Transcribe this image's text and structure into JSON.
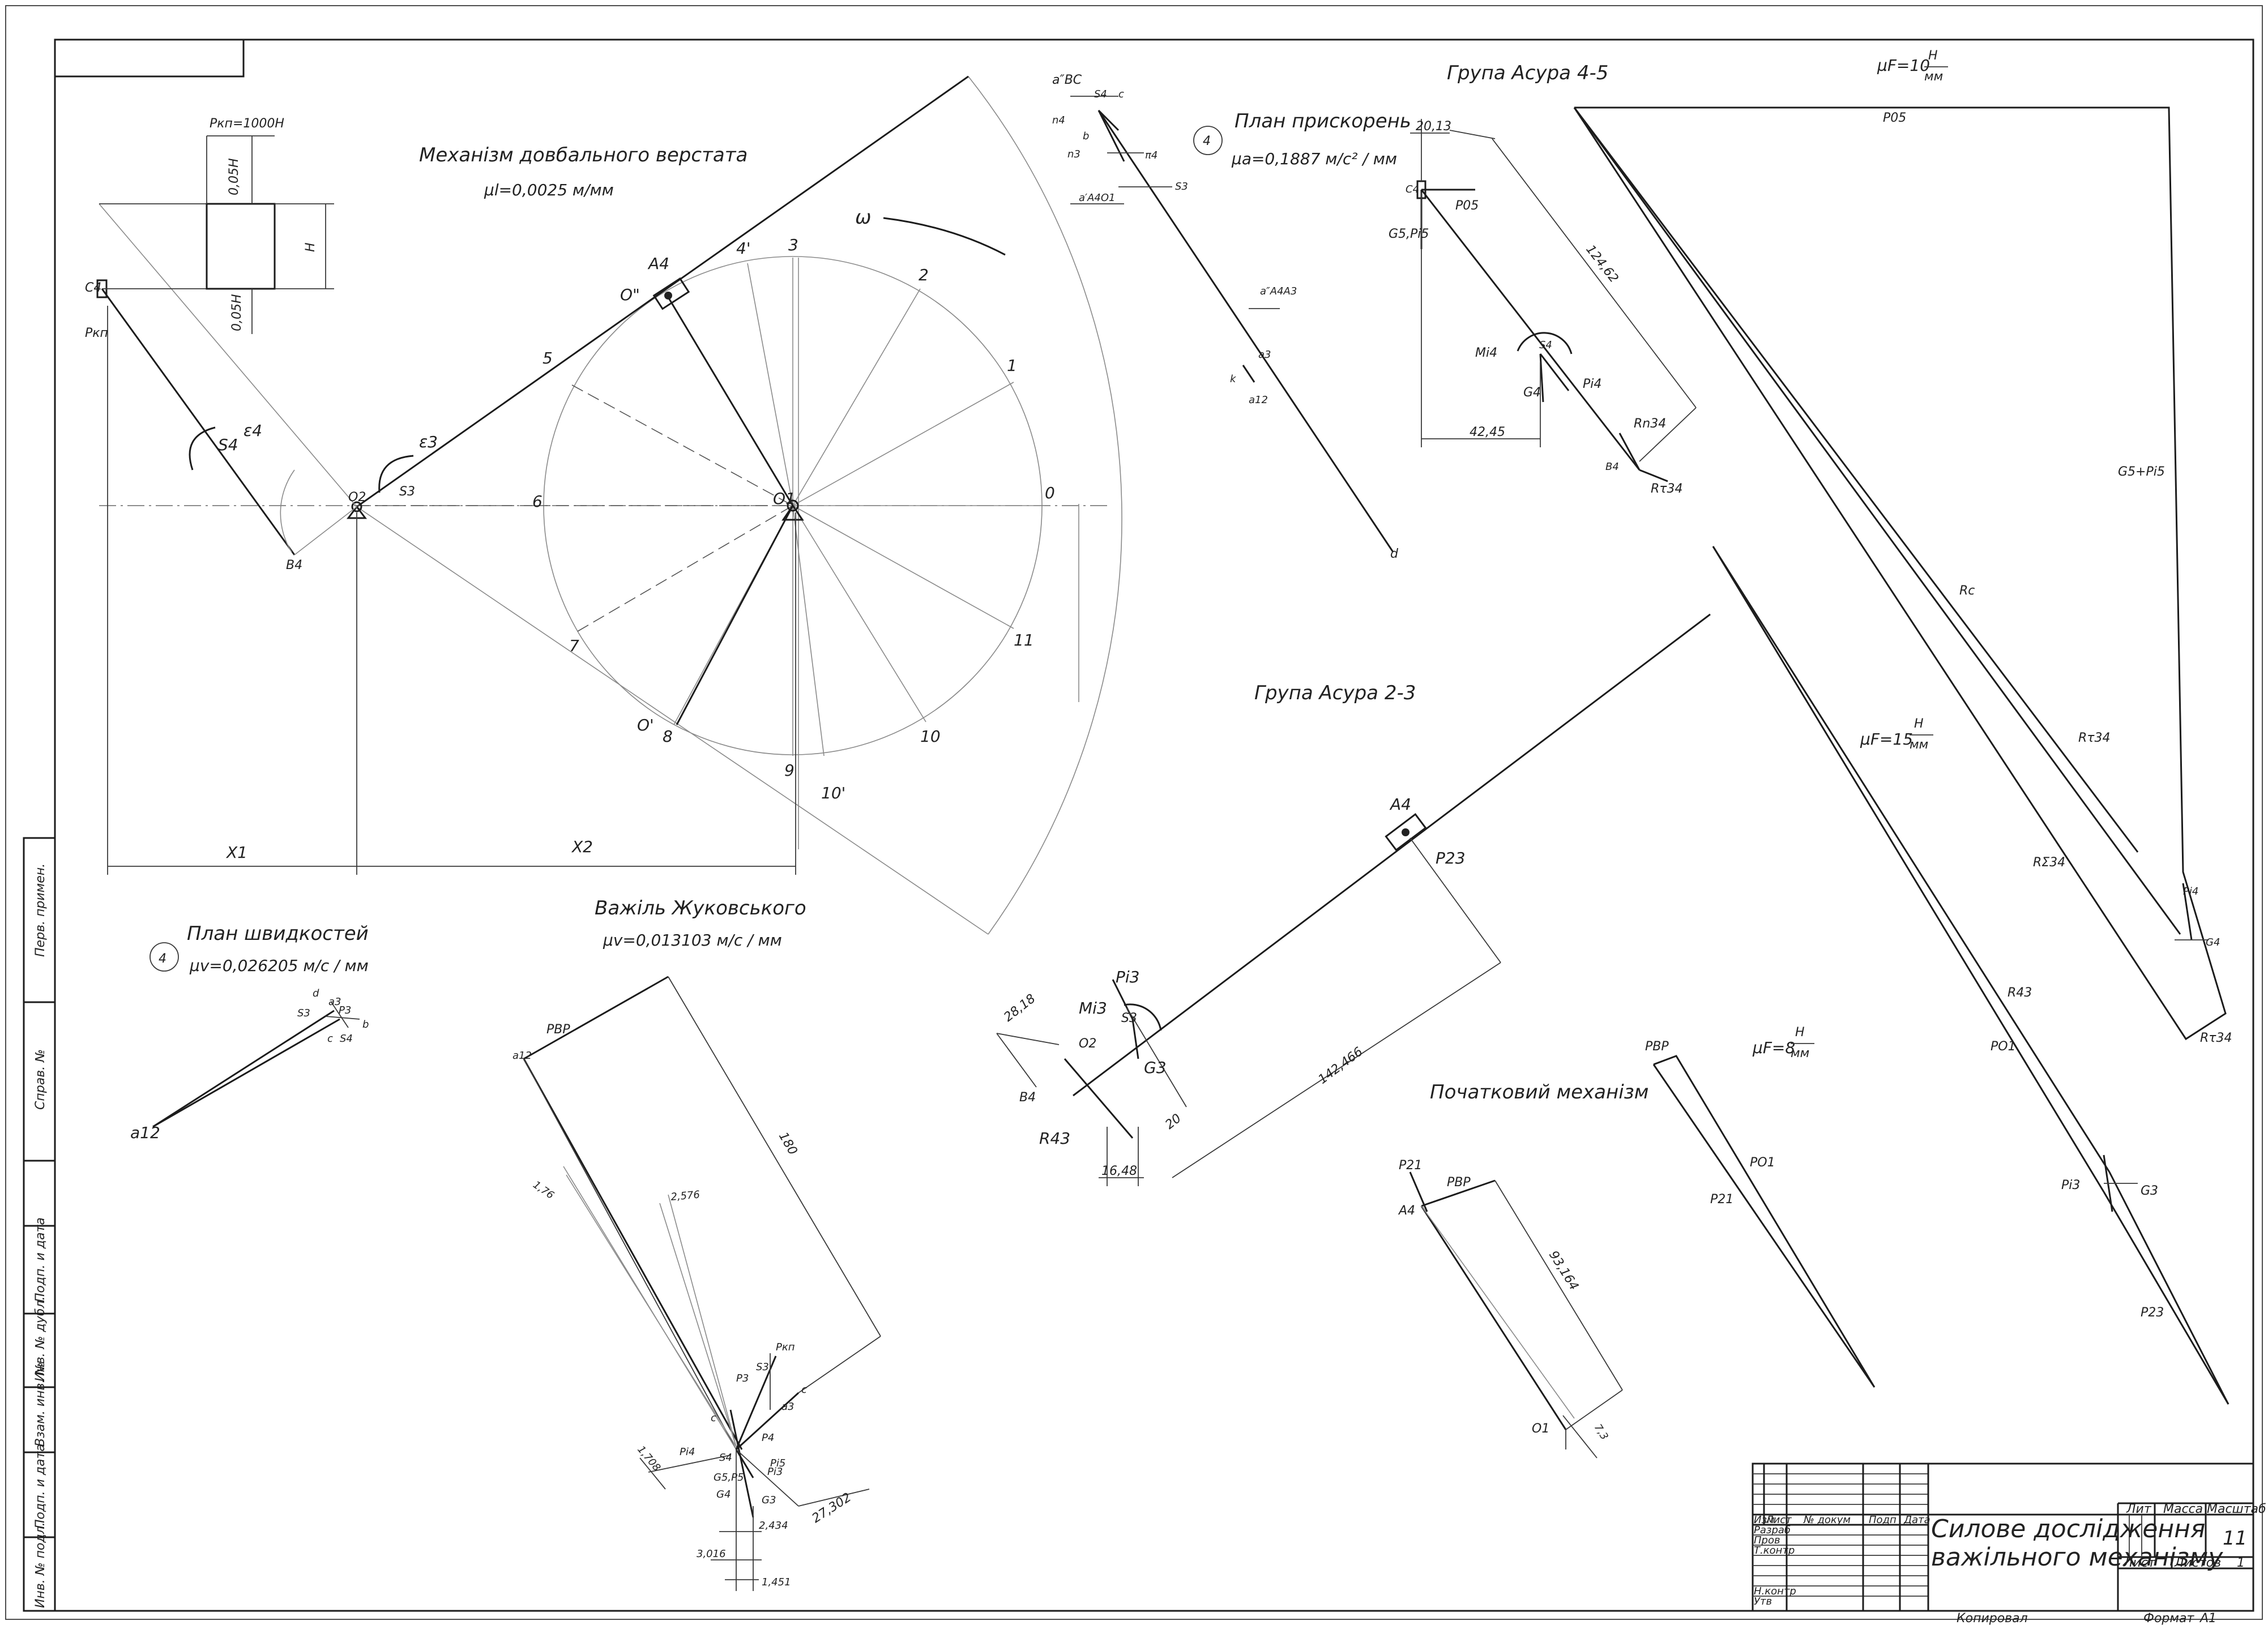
{
  "mechanism": {
    "title": "Механізм довбального верстата",
    "scale": "μl=0,0025 м/мм",
    "force_label": "Pкп=1000Н",
    "omega": "ω",
    "epsilon3": "ε3",
    "epsilon4": "ε4",
    "x1": "X1",
    "x2": "X2",
    "h_label": "H",
    "h_low": "0,05H",
    "h_high": "0,05H",
    "label_o2": "O2",
    "label_o1": "O1",
    "label_c4": "C4",
    "label_b4": "B4",
    "label_a4": "A4",
    "label_s3": "S3",
    "label_s4": "S4",
    "label_pkp": "Pкп",
    "label_o_top": "O\"",
    "label_o_bot": "O'",
    "positions": [
      "0",
      "1",
      "2",
      "3",
      "4'",
      "5",
      "6",
      "7",
      "8",
      "9",
      "10",
      "11",
      "10'"
    ]
  },
  "velocity_plan": {
    "title": "План швидкостей",
    "number": "4",
    "scale": "μv=0,026205 м/с / мм",
    "labels": [
      "a12",
      "a3",
      "S3",
      "P3",
      "b",
      "c",
      "S4",
      "d"
    ]
  },
  "accel_plan": {
    "title": "План прискорень",
    "number": "4",
    "scale": "μa=0,1887 м/с² / мм",
    "labels": [
      "a″BC",
      "S4",
      "c",
      "n4",
      "b",
      "n3",
      "π4",
      "S3",
      "a′A4O1",
      "a″A4A3",
      "a3",
      "k",
      "a12",
      "d"
    ]
  },
  "group45": {
    "title": "Група Асура 4-5",
    "dims": [
      "20,13",
      "124,62",
      "42,45"
    ],
    "labels": [
      "C4",
      "P05",
      "G5,Pi5",
      "Mi4",
      "S4",
      "G4",
      "Pi4",
      "Rn34",
      "Rτ34",
      "B4"
    ]
  },
  "group23": {
    "title": "Група Асура 2-3",
    "dims": [
      "28,18",
      "142,466",
      "20",
      "16,48"
    ],
    "labels": [
      "A4",
      "P23",
      "Pi3",
      "Mi3",
      "S3",
      "O2",
      "G3",
      "B4",
      "R43"
    ]
  },
  "zhukovsky": {
    "title": "Важіль Жуковського",
    "scale": "μv=0,013103 м/с / мм",
    "dims": [
      "180",
      "1,76",
      "2,576",
      "1,708",
      "27,302",
      "2,434",
      "3,016",
      "1,451"
    ],
    "labels": [
      "PВР",
      "a12",
      "Pкп",
      "S3",
      "P3",
      "a3",
      "c",
      "c",
      "Pi4",
      "P4",
      "S4",
      "G5,P5",
      "G4",
      "G3",
      "Pi3",
      "Pi5"
    ]
  },
  "initial": {
    "title": "Початковий механізм",
    "dims": [
      "93,164",
      "7,3"
    ],
    "labels": [
      "P21",
      "PВР",
      "A4",
      "O1"
    ]
  },
  "force_plan1": {
    "scale_mu": "μF=10",
    "unit_num": "Н",
    "unit_den": "мм",
    "labels": [
      "P05",
      "G5+Pi5",
      "Rc",
      "Rτ34",
      "RΣ34",
      "Pi4",
      "G4",
      "Rτ34"
    ]
  },
  "force_plan2": {
    "scale_mu": "μF=15",
    "unit_num": "Н",
    "unit_den": "мм",
    "labels": [
      "R43",
      "PO1",
      "Pi3",
      "G3",
      "P23"
    ]
  },
  "force_plan3": {
    "scale_mu": "μF=8",
    "unit_num": "Н",
    "unit_den": "мм",
    "labels": [
      "PВР",
      "PO1",
      "P21"
    ]
  },
  "titleblock": {
    "title_line1": "Силове дослідження",
    "title_line2": "важільного механізму",
    "headers": [
      "Изм",
      "Лист",
      "№ докум",
      "Подп",
      "Дата"
    ],
    "rows": [
      "Разраб",
      "Пров",
      "Т.контр",
      "",
      "Н.контр",
      "Утв"
    ],
    "lit": "Лит",
    "mass": "Масса",
    "scale": "Масштаб",
    "scale_value": "11",
    "sheet": "Лист",
    "sheets": "Листов",
    "sheets_value": "1",
    "copied": "Копировал",
    "format": "Формат",
    "format_value": "A1"
  },
  "sidebar": [
    "Перв. примен.",
    "Справ. №",
    "Подп. и дата",
    "Инв. № дубл.",
    "Взам. инв. №",
    "Подп. и дата",
    "Инв. № подл."
  ]
}
